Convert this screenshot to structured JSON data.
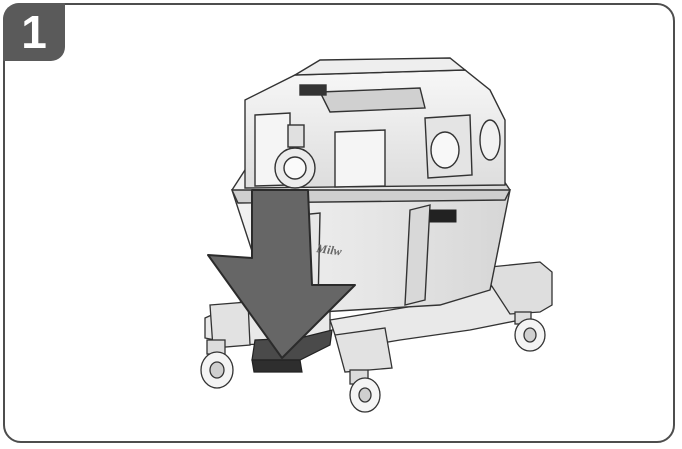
{
  "step": {
    "number": "1"
  },
  "illustration": {
    "subject": "wet-dry-vacuum-on-wheeled-base",
    "arrow_direction": "down",
    "colors": {
      "frame": "#4d4d4d",
      "badge": "#5a5a5a",
      "arrow": "#666666",
      "pedal": "#3a3a3a"
    }
  }
}
